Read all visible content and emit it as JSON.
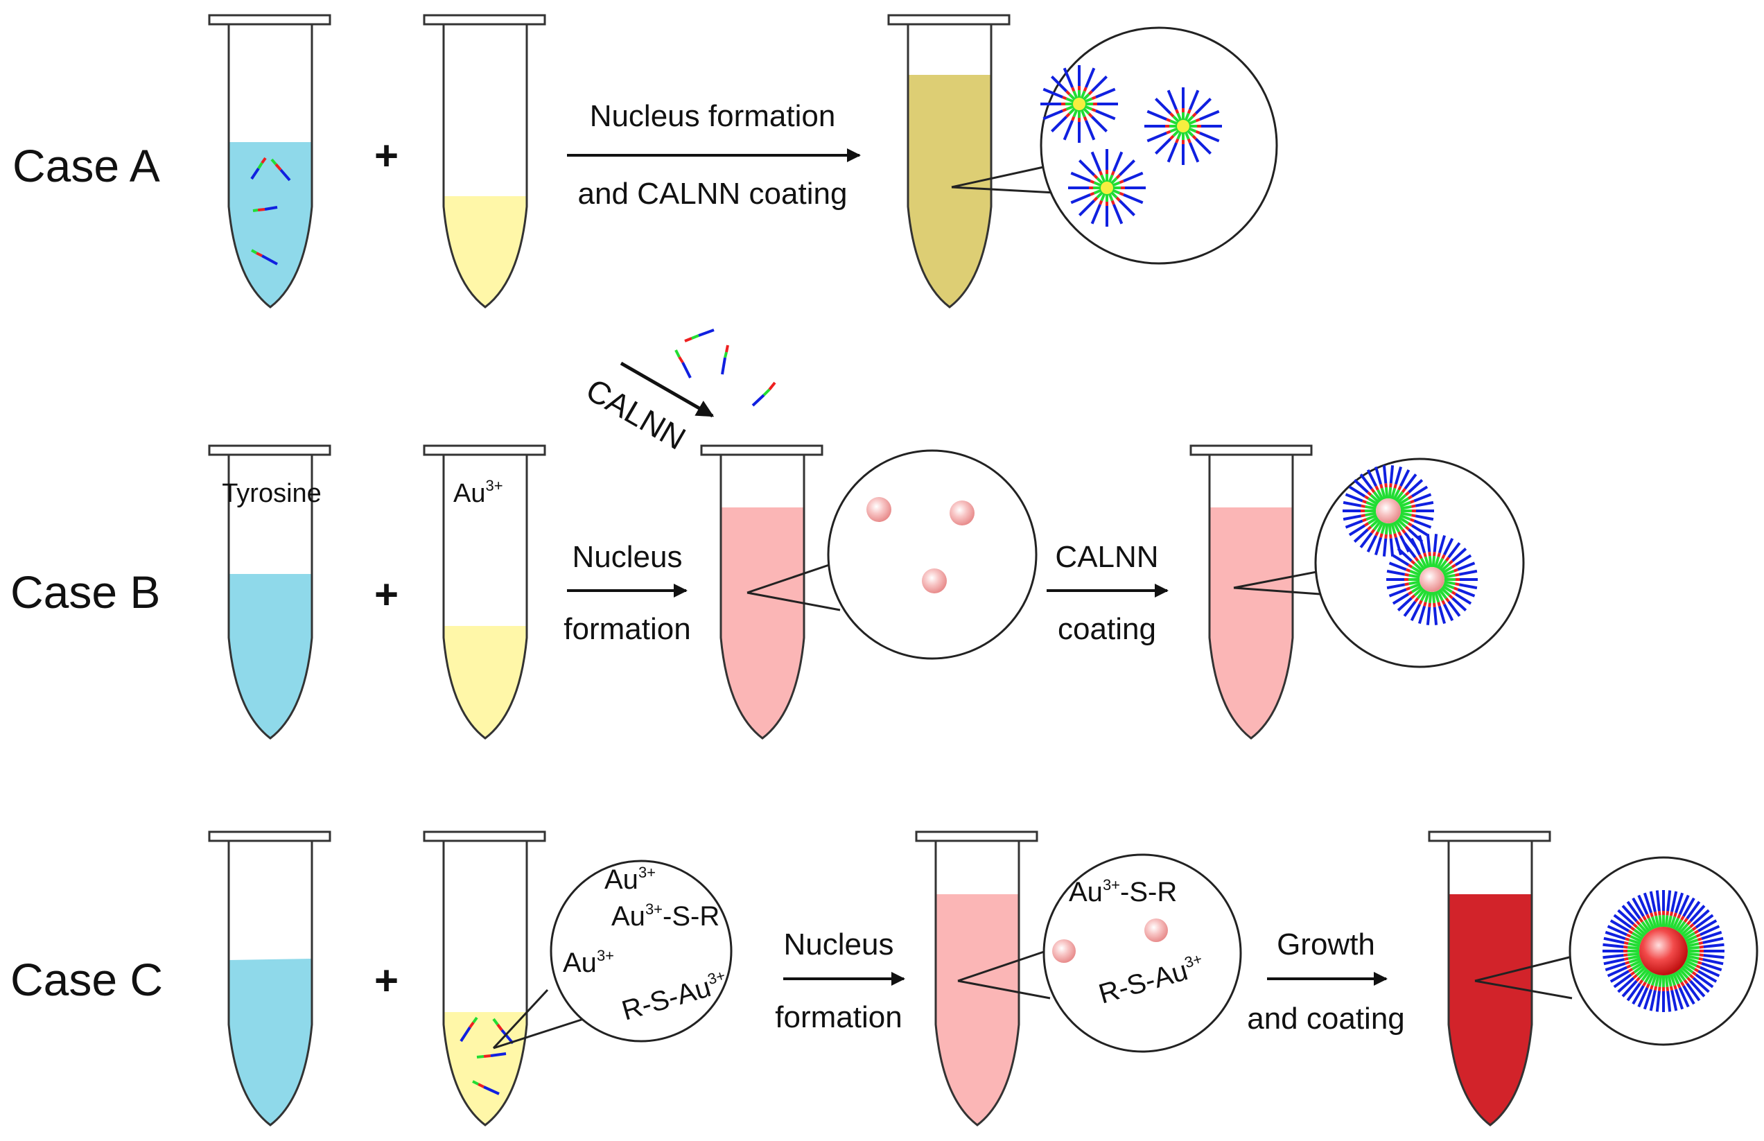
{
  "rows": {
    "a": {
      "label": "Case A",
      "arrow_text": [
        "Nucleus formation",
        "and CALNN coating"
      ]
    },
    "b": {
      "label": "Case B",
      "tube1_label": "Tyrosine",
      "tube2_label_base": "Au",
      "tube2_label_sup": "3+",
      "calnn_label": "CALNN",
      "arrow1_text": [
        "Nucleus",
        "formation"
      ],
      "arrow2_text": [
        "CALNN",
        "coating"
      ]
    },
    "c": {
      "label": "Case C",
      "bubble1": {
        "l1_base": "Au",
        "l1_sup": "3+",
        "l2_base": "Au",
        "l2_sup": "3+",
        "l2_tail": "-S-R",
        "l3_base": "Au",
        "l3_sup": "3+",
        "l4_head": "R-S-Au",
        "l4_sup": "3+"
      },
      "arrow1_text": [
        "Nucleus",
        "formation"
      ],
      "bubble2": {
        "l1_base": "Au",
        "l1_sup": "3+",
        "l1_tail": "-S-R",
        "l2_head": "R-S-Au",
        "l2_sup": "3+"
      },
      "arrow2_text": [
        "Growth",
        "and coating"
      ]
    }
  },
  "plus_sign": "+",
  "colors": {
    "tyrosine_solution": "#8fd9ea",
    "gold_ion_solution": "#fff7a8",
    "olive_product": "#ddce74",
    "pink_product": "#fbb6b6",
    "red_product": "#d2232a",
    "peptide_blue": "#1020e0",
    "peptide_green": "#22dd33",
    "peptide_red": "#ee2020",
    "core_yellow": "#f5ee40"
  }
}
